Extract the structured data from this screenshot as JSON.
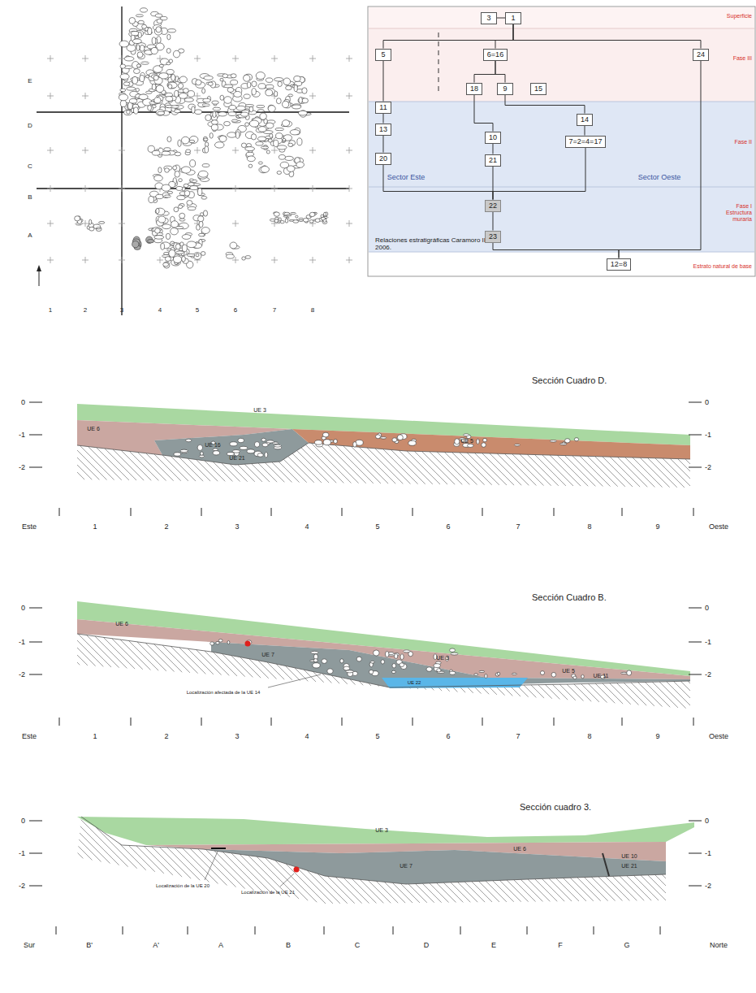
{
  "diagram": {
    "nodes": [
      {
        "text": [
          "3"
        ]
      },
      {
        "text": [
          "1"
        ]
      },
      {
        "text": [
          "5"
        ]
      },
      {
        "text": [
          "6=16"
        ]
      },
      {
        "text": [
          "24"
        ]
      },
      {
        "text": [
          "18"
        ]
      },
      {
        "text": [
          "9"
        ]
      },
      {
        "text": [
          "15"
        ]
      },
      {
        "text": [
          "11"
        ]
      },
      {
        "text": [
          "14"
        ]
      },
      {
        "text": [
          "13"
        ]
      },
      {
        "text": [
          "10"
        ]
      },
      {
        "text": [
          "7=2=4=17"
        ]
      },
      {
        "text": [
          "20"
        ]
      },
      {
        "text": [
          "21"
        ]
      },
      {
        "text": [
          "22"
        ]
      },
      {
        "text": [
          "23"
        ]
      },
      {
        "text": [
          "12=8"
        ]
      }
    ],
    "edges": [
      {
        "from": 0,
        "to": 1,
        "arrow": "none"
      },
      {
        "from": 1,
        "to": 2,
        "arrow": "none"
      },
      {
        "from": 1,
        "to": 3,
        "arrow": "none"
      },
      {
        "from": 1,
        "to": 4,
        "arrow": "none"
      },
      {
        "from": 2,
        "to": 8,
        "arrow": "none"
      },
      {
        "from": 8,
        "to": 10,
        "arrow": "none"
      },
      {
        "from": 10,
        "to": 13,
        "arrow": "none"
      },
      {
        "from": 3,
        "to": 5,
        "arrow": "none"
      },
      {
        "from": 3,
        "to": 6,
        "arrow": "none"
      },
      {
        "from": 5,
        "to": 11,
        "arrow": "none"
      },
      {
        "from": 6,
        "to": 9,
        "arrow": "none"
      },
      {
        "from": 11,
        "to": 14,
        "arrow": "none"
      },
      {
        "from": 9,
        "to": 12,
        "arrow": "none"
      },
      {
        "from": 13,
        "to": 15,
        "arrow": "none"
      },
      {
        "from": 14,
        "to": 15,
        "arrow": "none"
      },
      {
        "from": 12,
        "to": 15,
        "arrow": "none"
      },
      {
        "from": 15,
        "to": 16,
        "arrow": "none"
      },
      {
        "from": 16,
        "to": 17,
        "arrow": "none"
      },
      {
        "from": 4,
        "to": 17,
        "arrow": "none"
      }
    ],
    "labels": [
      "E",
      "D",
      "C",
      "B",
      "A",
      "1",
      "2",
      "3",
      "4",
      "5",
      "6",
      "7",
      "8",
      "Superficie",
      "Fase III",
      "Fase II",
      "Fase I Estructura muraria",
      "Estrato natural de base",
      "Sector Este",
      "Sector Oeste",
      "Relaciones estratigráficas Caramoro II. Año 2006.",
      "Sección Cuadro D.",
      "0",
      "-1",
      "-2",
      "0",
      "-1",
      "-2",
      "Este",
      "1",
      "2",
      "3",
      "4",
      "5",
      "6",
      "7",
      "8",
      "9",
      "Oeste",
      "UE 3",
      "UE 6",
      "UE 16",
      "UE 21",
      "UE 5",
      "Sección Cuadro B.",
      "0",
      "-1",
      "-2",
      "0",
      "-1",
      "-2",
      "Este",
      "1",
      "2",
      "3",
      "4",
      "5",
      "6",
      "7",
      "8",
      "9",
      "Oeste",
      "UE 6",
      "UE 3",
      "UE 7",
      "UE 5",
      "UE 11",
      "UE 22",
      "Localización afectada de la UE 14",
      "Sección cuadro 3.",
      "0",
      "-1",
      "-2",
      "0",
      "-1",
      "-2",
      "Sur",
      "B'",
      "A'",
      "A",
      "B",
      "C",
      "D",
      "E",
      "F",
      "G",
      "Norte",
      "UE 3",
      "UE 6",
      "UE 7",
      "UE 10",
      "UE 21",
      "Localización de la UE 20",
      "Localización de la UE 21"
    ]
  }
}
